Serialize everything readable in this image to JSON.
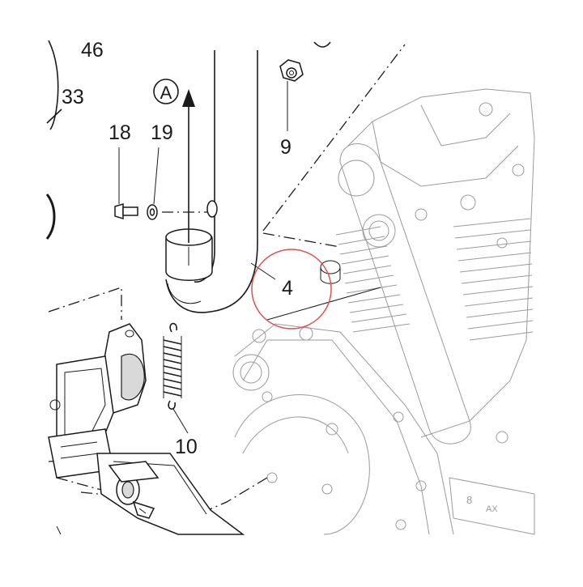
{
  "diagram": {
    "callouts": {
      "c46": "46",
      "c33": "33",
      "c18": "18",
      "c19": "19",
      "c9": "9",
      "c4": "4",
      "c10": "10",
      "arrow_a": "A"
    },
    "highlight_color": "#d9534f",
    "line_color": "#1a1a1a"
  }
}
